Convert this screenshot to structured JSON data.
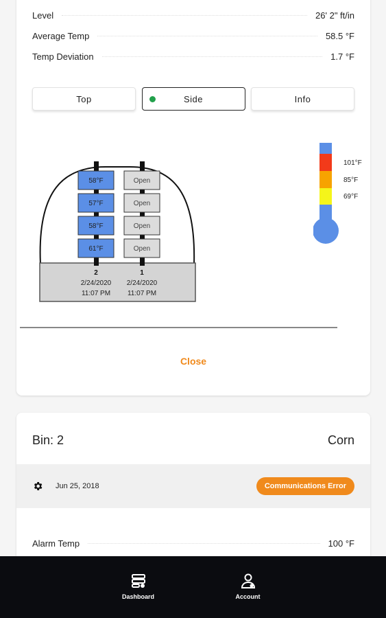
{
  "stats": [
    {
      "label": "Level",
      "value": "26' 2\" ft/in"
    },
    {
      "label": "Average Temp",
      "value": "58.5 °F"
    },
    {
      "label": "Temp Deviation",
      "value": "1.7 °F"
    }
  ],
  "tabs": [
    {
      "label": "Top"
    },
    {
      "label": "Side"
    },
    {
      "label": "Info"
    }
  ],
  "cables": [
    {
      "number": "2",
      "date": "2/24/2020",
      "time": "11:07 PM",
      "sensors": [
        "58°F",
        "57°F",
        "58°F",
        "61°F"
      ]
    },
    {
      "number": "1",
      "date": "2/24/2020",
      "time": "11:07 PM",
      "sensors": [
        "Open",
        "Open",
        "Open",
        "Open"
      ]
    }
  ],
  "thermometer": {
    "labels": [
      "101°F",
      "85°F",
      "69°F"
    ],
    "colors": {
      "top": "#5b8fe6",
      "red": "#f23a1a",
      "orange": "#f7a300",
      "yellow": "#f5f51a",
      "blue": "#5b8fe6"
    }
  },
  "close_label": "Close",
  "bin": {
    "title": "Bin: 2",
    "crop": "Corn",
    "date": "Jun 25, 2018",
    "status": "Communications Error",
    "alarm_label": "Alarm Temp",
    "alarm_value": "100 °F"
  },
  "nav": {
    "dashboard": "Dashboard",
    "account": "Account"
  }
}
